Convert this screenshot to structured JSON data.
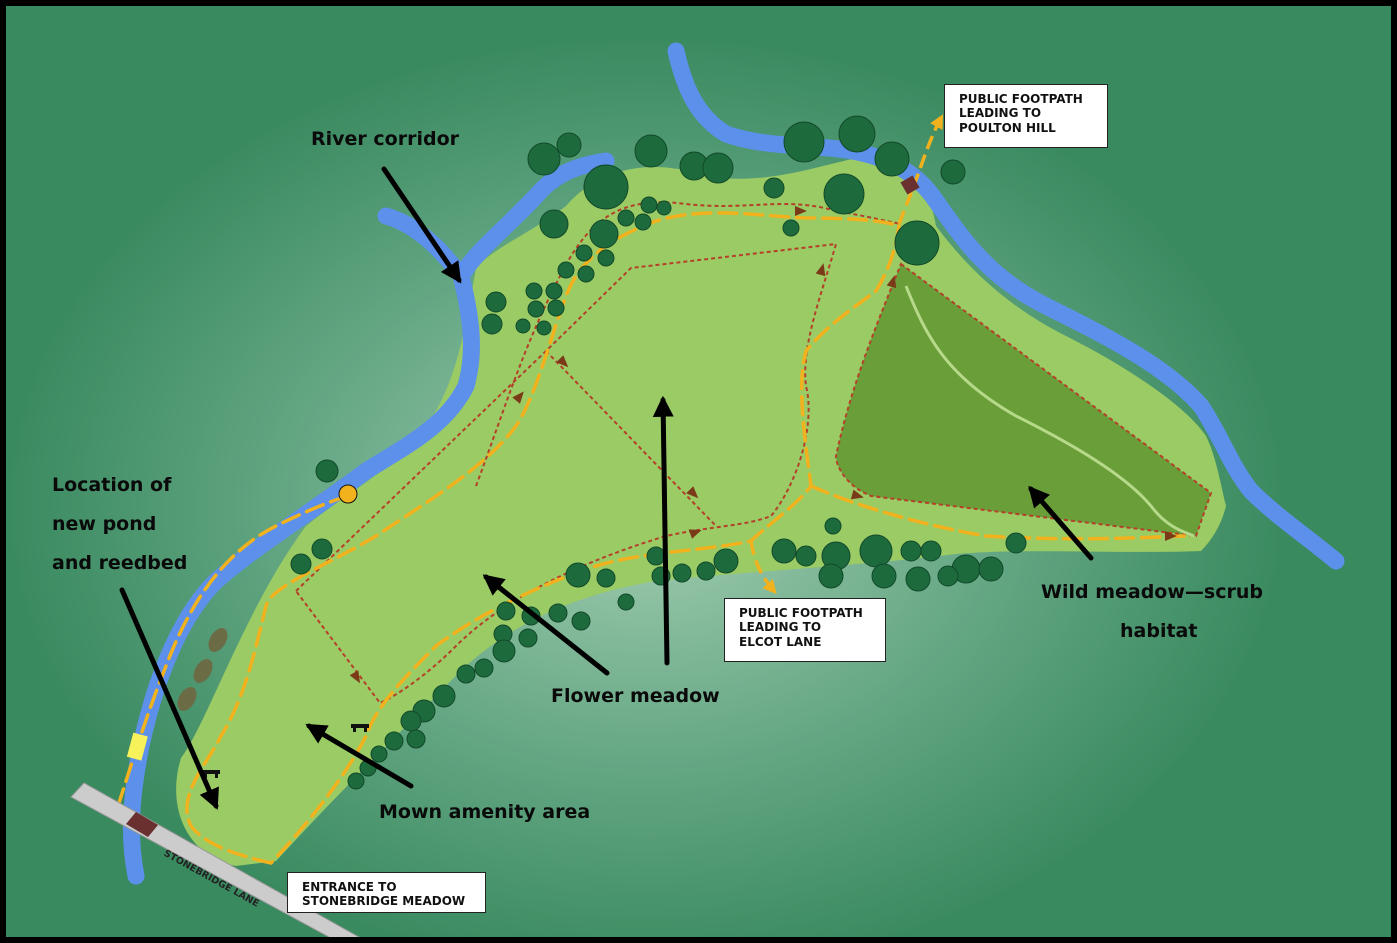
{
  "labels": {
    "river_corridor": "River corridor",
    "pond_line1": "Location of",
    "pond_line2": "new pond",
    "pond_line3": "and reedbed",
    "flower_meadow": "Flower meadow",
    "mown_amenity": "Mown amenity area",
    "wild_meadow_line1": "Wild meadow—scrub",
    "wild_meadow_line2": "habitat"
  },
  "signs": {
    "poulton_hill": "PUBLIC FOOTPATH\nLEADING TO\nPOULTON HILL",
    "elcot_lane": "PUBLIC FOOTPATH\nLEADING TO\nELCOT LANE",
    "entrance": "ENTRANCE TO\nSTONEBRIDGE MEADOW"
  },
  "road": {
    "name": "STONEBRIDGE LANE"
  },
  "colors": {
    "river": "#5d90ea",
    "meadow_light": "#9bcb64",
    "meadow_wild": "#6a9e38",
    "tree": "#1d6b3c",
    "footpath": "#f2b21e",
    "boundary_dotted": "#b5402a",
    "road": "#cccccc",
    "bridge": "#6a2f2f"
  },
  "icons": [
    "arrow-icon",
    "tree-icon",
    "bench-icon",
    "bridge-icon",
    "direction-marker-icon"
  ]
}
